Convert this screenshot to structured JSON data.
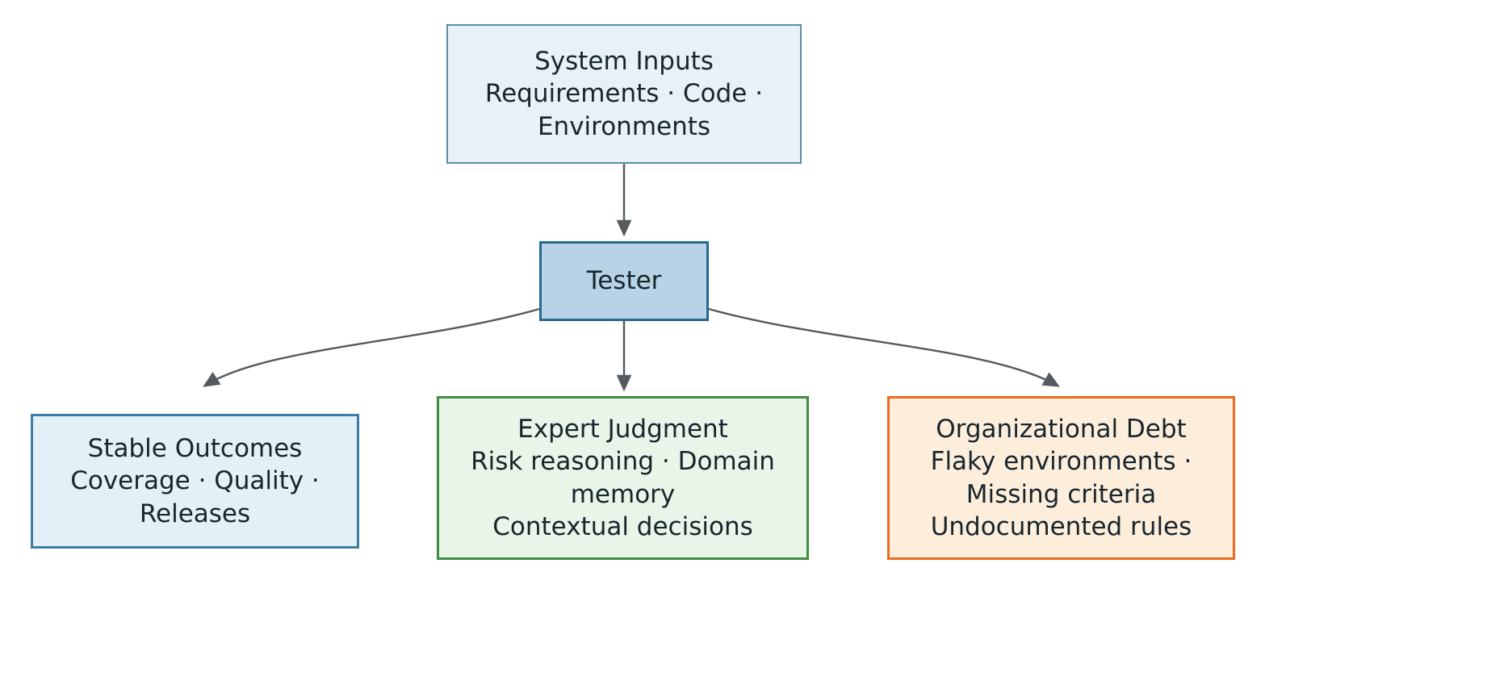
{
  "diagram": {
    "type": "flowchart",
    "direction": "top-down",
    "background_color": "#ffffff",
    "edge_color": "#555a5e",
    "text_color": "#17252c",
    "nodes": [
      {
        "id": "system-inputs",
        "title": "System Inputs",
        "subtitle": "Requirements · Code ·\nEnvironments",
        "text": "System Inputs\nRequirements · Code ·\nEnvironments",
        "fill": "#e8f1f6",
        "stroke": "#5b8ca6",
        "role": "source"
      },
      {
        "id": "tester",
        "title": "Tester",
        "subtitle": "",
        "text": "Tester",
        "fill": "#b8d3e6",
        "stroke": "#276892",
        "role": "actor"
      },
      {
        "id": "stable-outcomes",
        "title": "Stable Outcomes",
        "subtitle": "Coverage · Quality ·\nReleases",
        "text": "Stable Outcomes\nCoverage · Quality ·\nReleases",
        "fill": "#e3f0f8",
        "stroke": "#3c7fa4",
        "role": "outcome"
      },
      {
        "id": "expert-judgment",
        "title": "Expert Judgment",
        "subtitle": "Risk reasoning · Domain memory\nContextual decisions",
        "text": "Expert Judgment\nRisk reasoning · Domain\nmemory\nContextual decisions",
        "fill": "#e9f5e9",
        "stroke": "#3e8e41",
        "role": "positive"
      },
      {
        "id": "organizational-debt",
        "title": "Organizational Debt",
        "subtitle": "Flaky environments · Missing criteria\nUndocumented rules",
        "text": "Organizational Debt\nFlaky environments ·\nMissing criteria\nUndocumented rules",
        "fill": "#fdeedc",
        "stroke": "#ec6c1f",
        "role": "negative"
      }
    ],
    "edges": [
      {
        "id": "edge-inputs-tester",
        "from": "system-inputs",
        "to": "tester",
        "style": "straight",
        "label": ""
      },
      {
        "id": "edge-tester-stable",
        "from": "tester",
        "to": "stable-outcomes",
        "style": "curved",
        "label": ""
      },
      {
        "id": "edge-tester-expert",
        "from": "tester",
        "to": "expert-judgment",
        "style": "straight",
        "label": ""
      },
      {
        "id": "edge-tester-debt",
        "from": "tester",
        "to": "organizational-debt",
        "style": "curved",
        "label": ""
      }
    ]
  }
}
